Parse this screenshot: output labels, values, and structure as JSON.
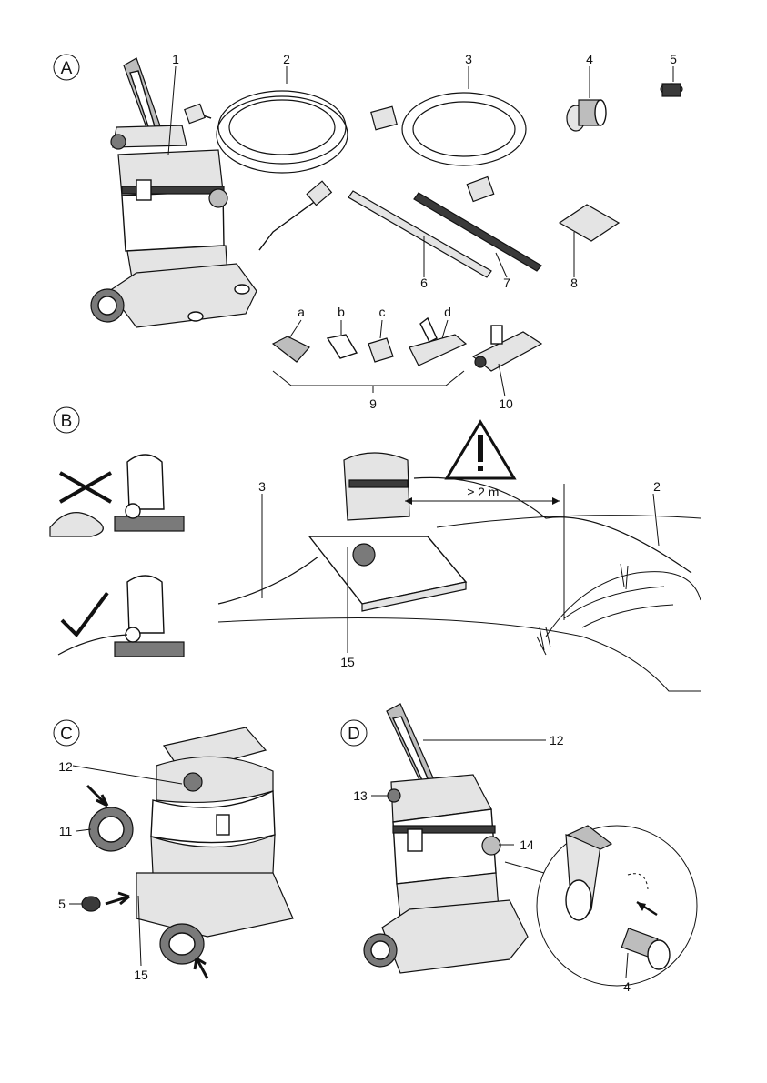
{
  "sections": {
    "A": "A",
    "B": "B",
    "C": "C",
    "D": "D"
  },
  "section_a": {
    "labels": [
      "1",
      "2",
      "3",
      "4",
      "5",
      "6",
      "7",
      "8",
      "9",
      "10"
    ],
    "sub_labels": [
      "a",
      "b",
      "c",
      "d"
    ]
  },
  "section_b": {
    "label_left": "3",
    "label_right": "2",
    "label_bottom": "15",
    "distance": "≥ 2 m"
  },
  "section_c": {
    "labels": [
      "12",
      "11",
      "5",
      "15"
    ]
  },
  "section_d": {
    "labels": [
      "12",
      "13",
      "14",
      "4"
    ]
  },
  "colors": {
    "line": "#111111",
    "light_grey": "#e4e4e4",
    "mid_grey": "#bdbdbd",
    "dark_grey": "#3a3a3a"
  }
}
